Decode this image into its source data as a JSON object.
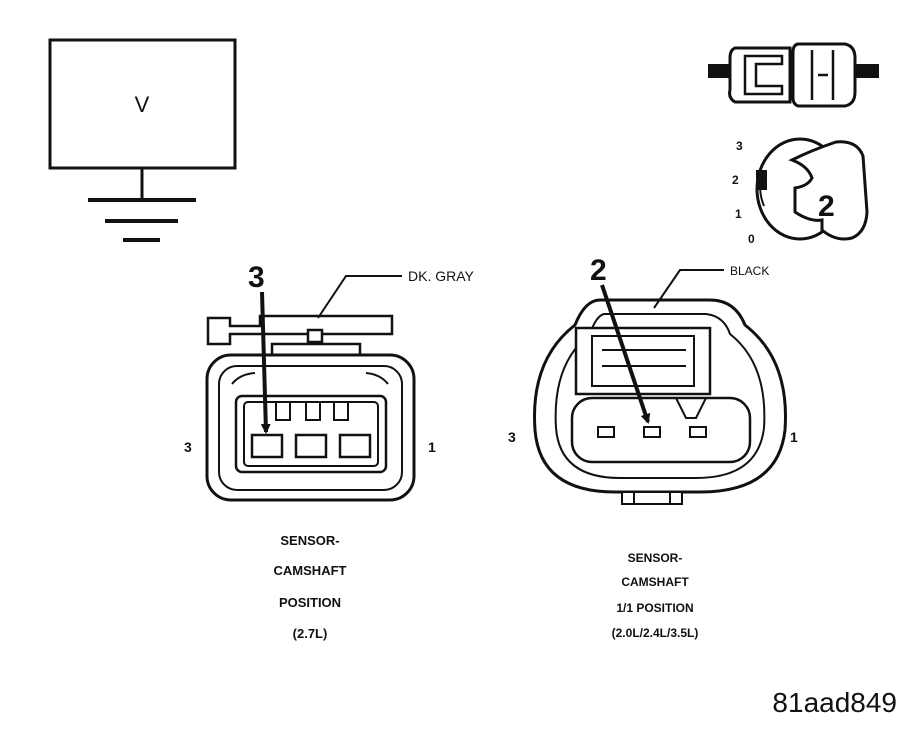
{
  "meter": {
    "symbol": "V"
  },
  "test_step": {
    "scale_marks": [
      "3",
      "2",
      "1",
      "0"
    ],
    "position": "2"
  },
  "connector_left": {
    "callout_pin": "3",
    "wire_color": "DK. GRAY",
    "pin_left": "3",
    "pin_right": "1",
    "caption": [
      "SENSOR-",
      "CAMSHAFT",
      "POSITION",
      "(2.7L)"
    ]
  },
  "connector_right": {
    "callout_pin": "2",
    "wire_color": "BLACK",
    "pin_left": "3",
    "pin_right": "1",
    "caption": [
      "SENSOR-",
      "CAMSHAFT",
      "1/1 POSITION",
      "(2.0L/2.4L/3.5L)"
    ]
  },
  "figure_id": "81aad849"
}
